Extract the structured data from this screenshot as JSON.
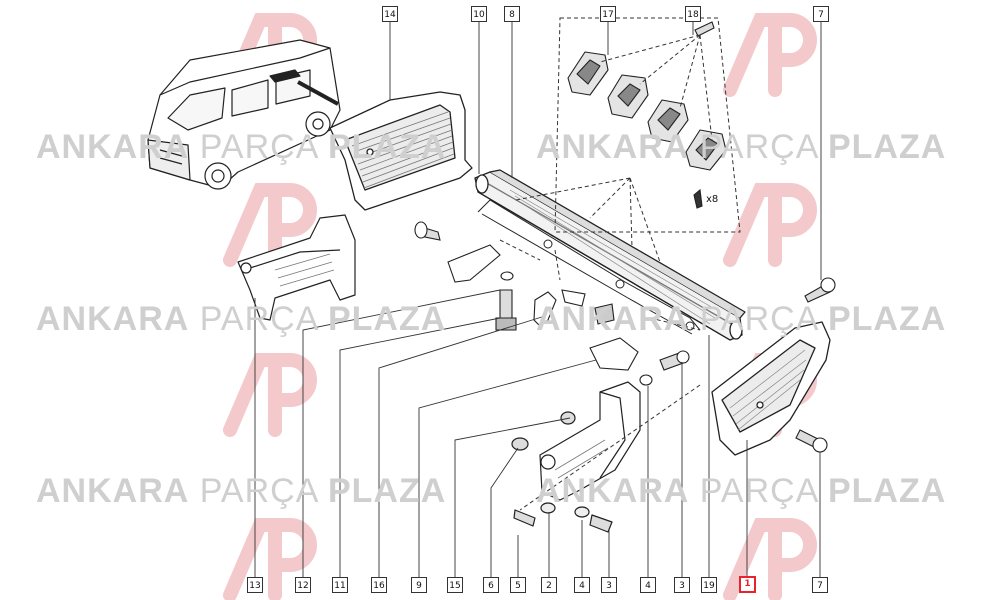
{
  "watermark": {
    "bold1": "ANKARA",
    "light": "PARÇA",
    "bold2": "PLAZA",
    "logo_color": "#f3c9cc",
    "text_color": "#cfcfcf"
  },
  "callouts": {
    "top": [
      "14",
      "10",
      "8",
      "17",
      "18",
      "7"
    ],
    "bottom": [
      "13",
      "12",
      "11",
      "16",
      "9",
      "15",
      "6",
      "5",
      "2",
      "4",
      "3",
      "4",
      "3",
      "19",
      "1",
      "7"
    ],
    "highlighted": "1",
    "highlight_color": "#e8232e"
  },
  "quantity_label": "x8",
  "parts": {
    "van": "van-illustration",
    "trim_14": "side-trim-panel",
    "beam_8": "rear-crossmember",
    "clips_17": "trim-clip-set",
    "bracket_13": "left-bracket",
    "end_cap_1": "bumper-end-cap",
    "mount_bracket": "lower-mounting-bracket"
  }
}
